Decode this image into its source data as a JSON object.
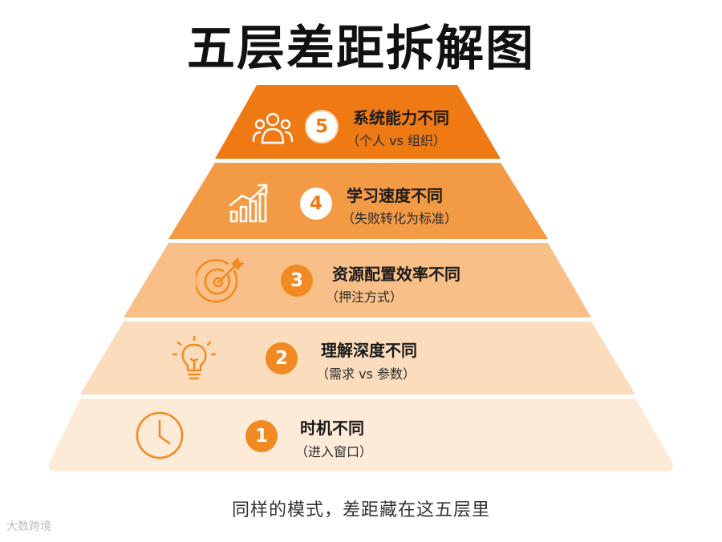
{
  "title": "五层差距拆解图",
  "layers": [
    {
      "number": "5",
      "title": "系统能力不同",
      "subtitle": "（个人 vs 组织）",
      "icon": "people-icon"
    },
    {
      "number": "4",
      "title": "学习速度不同",
      "subtitle": "（失败转化为标准）",
      "icon": "growth-chart-icon"
    },
    {
      "number": "3",
      "title": "资源配置效率不同",
      "subtitle": "（押注方式）",
      "icon": "target-icon"
    },
    {
      "number": "2",
      "title": "理解深度不同",
      "subtitle": "（需求 vs 参数）",
      "icon": "lightbulb-icon"
    },
    {
      "number": "1",
      "title": "时机不同",
      "subtitle": "（进入窗口）",
      "icon": "clock-icon"
    }
  ],
  "footer": "同样的模式，差距藏在这五层里",
  "watermark": "大数跨境",
  "colors": {
    "layer5": "#ef7a14",
    "layer4": "#f39a45",
    "layer3": "#f8c088",
    "layer2": "#fbdcbd",
    "layer1": "#fdebd8",
    "accent": "#f28a24"
  }
}
